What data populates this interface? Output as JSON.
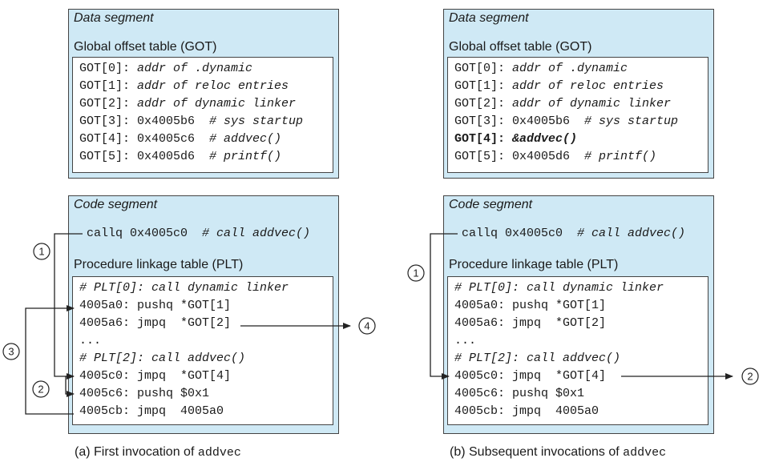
{
  "panel_a": {
    "data_segment_title": "Data segment",
    "got_title": "Global offset table (GOT)",
    "got_lines": [
      {
        "label": "GOT[0]:",
        "value": " addr of .dynamic",
        "italic": true
      },
      {
        "label": "GOT[1]:",
        "value": " addr of reloc entries",
        "italic": true
      },
      {
        "label": "GOT[2]:",
        "value": " addr of dynamic linker",
        "italic": true
      },
      {
        "label": "GOT[3]:",
        "value": " 0x4005b6",
        "comment": "  # sys startup"
      },
      {
        "label": "GOT[4]:",
        "value": " 0x4005c6",
        "comment": "  # addvec()"
      },
      {
        "label": "GOT[5]:",
        "value": " 0x4005d6",
        "comment": "  # printf()"
      }
    ],
    "code_segment_title": "Code segment",
    "call_instr": "callq 0x4005c0",
    "call_comment": "  # call addvec()",
    "plt_title": "Procedure linkage table (PLT)",
    "plt_lines": [
      {
        "text": "# PLT[0]: call dynamic linker",
        "italic": true
      },
      {
        "text": "4005a0: pushq *GOT[1]"
      },
      {
        "text": "4005a6: jmpq  *GOT[2]"
      },
      {
        "text": "..."
      },
      {
        "text": "# PLT[2]: call addvec()",
        "italic": true
      },
      {
        "text": "4005c0: jmpq  *GOT[4]"
      },
      {
        "text": "4005c6: pushq $0x1"
      },
      {
        "text": "4005cb: jmpq  4005a0"
      }
    ],
    "caption_prefix": "(a) First invocation of ",
    "caption_code": "addvec",
    "step_labels": [
      "1",
      "2",
      "3",
      "4"
    ]
  },
  "panel_b": {
    "data_segment_title": "Data segment",
    "got_title": "Global offset table (GOT)",
    "got_lines": [
      {
        "label": "GOT[0]:",
        "value": " addr of .dynamic",
        "italic": true
      },
      {
        "label": "GOT[1]:",
        "value": " addr of reloc entries",
        "italic": true
      },
      {
        "label": "GOT[2]:",
        "value": " addr of dynamic linker",
        "italic": true
      },
      {
        "label": "GOT[3]:",
        "value": " 0x4005b6",
        "comment": "  # sys startup"
      },
      {
        "label": "GOT[4]:",
        "value": " &addvec()",
        "bold": true
      },
      {
        "label": "GOT[5]:",
        "value": " 0x4005d6",
        "comment": "  # printf()"
      }
    ],
    "code_segment_title": "Code segment",
    "call_instr": "callq 0x4005c0",
    "call_comment": "  # call addvec()",
    "plt_title": "Procedure linkage table (PLT)",
    "plt_lines": [
      {
        "text": "# PLT[0]: call dynamic linker",
        "italic": true
      },
      {
        "text": "4005a0: pushq *GOT[1]"
      },
      {
        "text": "4005a6: jmpq  *GOT[2]"
      },
      {
        "text": "..."
      },
      {
        "text": "# PLT[2]: call addvec()",
        "italic": true
      },
      {
        "text": "4005c0: jmpq  *GOT[4]"
      },
      {
        "text": "4005c6: pushq $0x1"
      },
      {
        "text": "4005cb: jmpq  4005a0"
      }
    ],
    "caption_prefix": "(b) Subsequent invocations of ",
    "caption_code": "addvec",
    "step_labels": [
      "1",
      "2"
    ]
  }
}
